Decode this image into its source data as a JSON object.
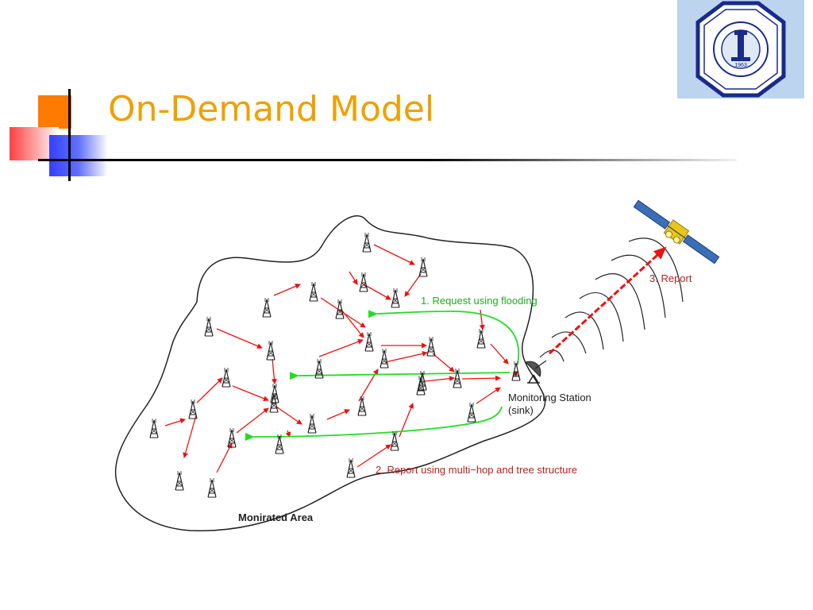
{
  "slide": {
    "title": "On-Demand Model"
  },
  "logo": {
    "icon": "university-seal-icon",
    "year": "1963"
  },
  "diagram": {
    "area_label": "Monirated Area",
    "station_label_line1": "Monitoring Station",
    "station_label_line2": "(sink)",
    "step1_label": "1. Request using flooding",
    "step2_label": "2. Report using multi−hop and tree structure",
    "step3_label": "3. Report",
    "node_icon": "sensor-tower-icon",
    "station_icon": "satellite-dish-icon",
    "satellite_icon": "satellite-icon",
    "colors": {
      "request": "#22dd22",
      "report": "#ee1111",
      "step1_text": "#22aa22",
      "step2_text": "#b22222",
      "step3_text": "#b22222"
    }
  }
}
